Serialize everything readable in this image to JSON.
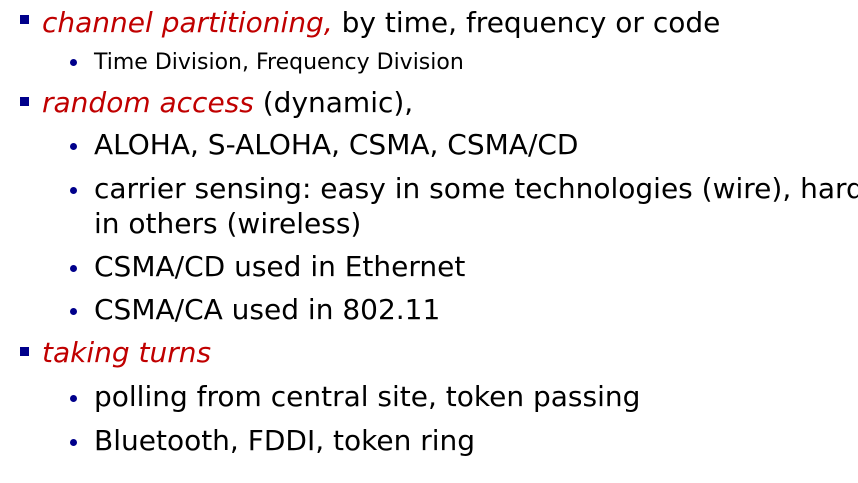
{
  "items": [
    {
      "emph": "channel partitioning,",
      "text": " by time, frequency or code",
      "sub": [
        "Time Division, Frequency Division"
      ]
    },
    {
      "emph": "random access",
      "text": " (dynamic),",
      "sub": [
        "ALOHA, S-ALOHA, CSMA, CSMA/CD",
        "carrier sensing: easy in some technologies (wire), hard",
        "in others (wireless)",
        "CSMA/CD used in Ethernet",
        "CSMA/CA used in 802.11"
      ]
    },
    {
      "emph": "taking turns",
      "text": "",
      "sub": [
        "polling from central site, token passing",
        "Bluetooth, FDDI,  token ring"
      ]
    }
  ],
  "colors": {
    "bullet": "#00008b",
    "emphasis": "#c00000",
    "text": "#000000"
  }
}
